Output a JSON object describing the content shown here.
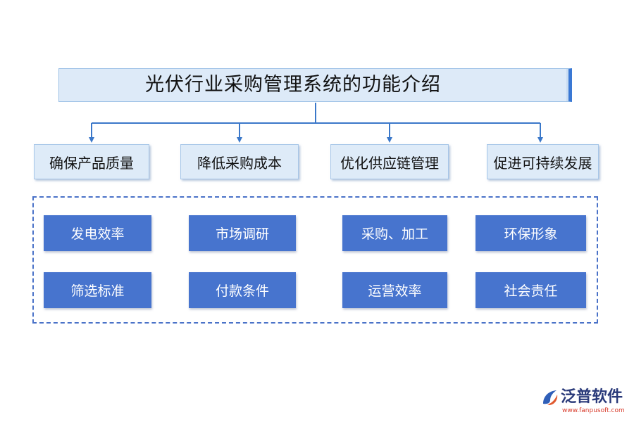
{
  "title": "光伏行业采购管理系统的功能介绍",
  "categories": [
    {
      "label": "确保产品质量"
    },
    {
      "label": "降低采购成本"
    },
    {
      "label": "优化供应链管理"
    },
    {
      "label": "促进可持续发展"
    }
  ],
  "tiles": {
    "row1": [
      "发电效率",
      "市场调研",
      "采购、加工",
      "环保形象"
    ],
    "row2": [
      "筛选标准",
      "付款条件",
      "运营效率",
      "社会责任"
    ]
  },
  "logo": {
    "icon": "fanpu-logo-icon",
    "name": "泛普软件",
    "url": "www.fanpusoft.com"
  },
  "colors": {
    "tile": "#4774ce",
    "category_bg": "#deebf8",
    "connector": "#3b78c9",
    "frame": "#4a72c8",
    "title_bg": "#ddeaf8"
  }
}
